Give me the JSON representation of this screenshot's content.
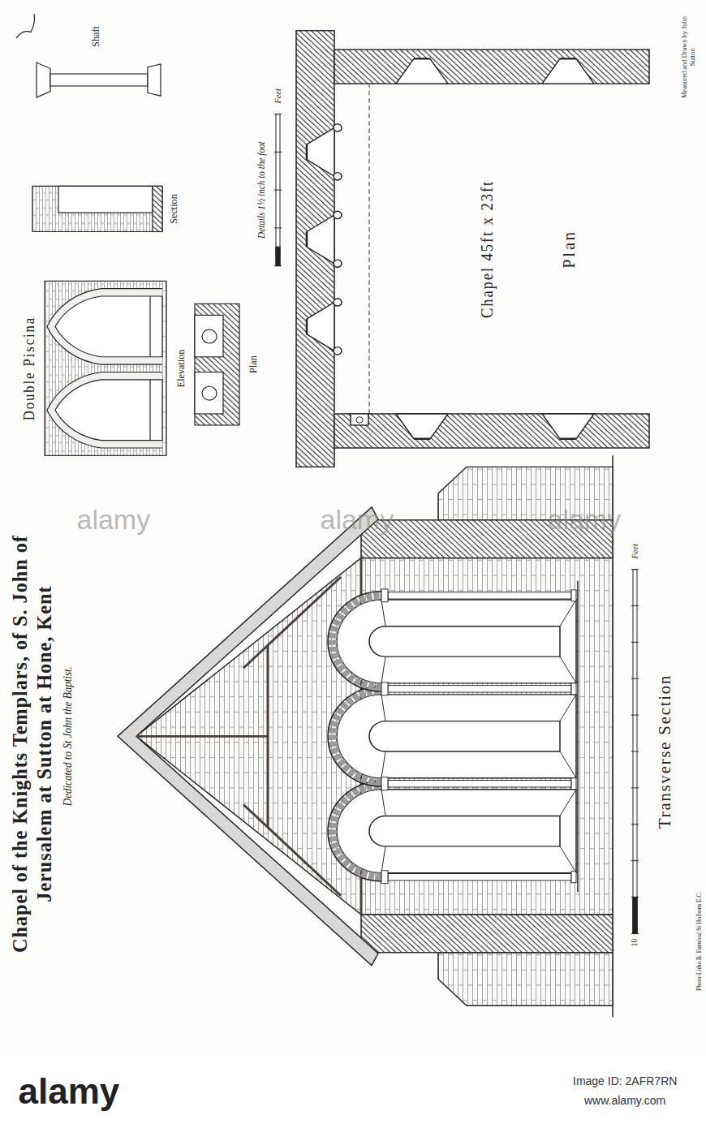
{
  "diagram": {
    "title": "Chapel of the Knights Templars, of S. John of Jerusalem at Sutton at Hone, Kent",
    "caption": "Dedicated to St John the Baptist.",
    "labels": [
      "Double Piscina",
      "Elevation",
      "Section",
      "Shaft",
      "Plan",
      "Details 1½ inch to the foot",
      "Feet",
      "Chapel 45ft x 23ft",
      "Plan",
      "Transverse Section",
      "10",
      "Feet",
      "Measured and Drawn by John Sutton",
      "Photo-Litho B. Furnival St Holborn E.C.",
      "alamy",
      "alamy",
      "alamy",
      "alamy",
      "Image ID: 2AFR7RN",
      "www.alamy.com"
    ]
  }
}
